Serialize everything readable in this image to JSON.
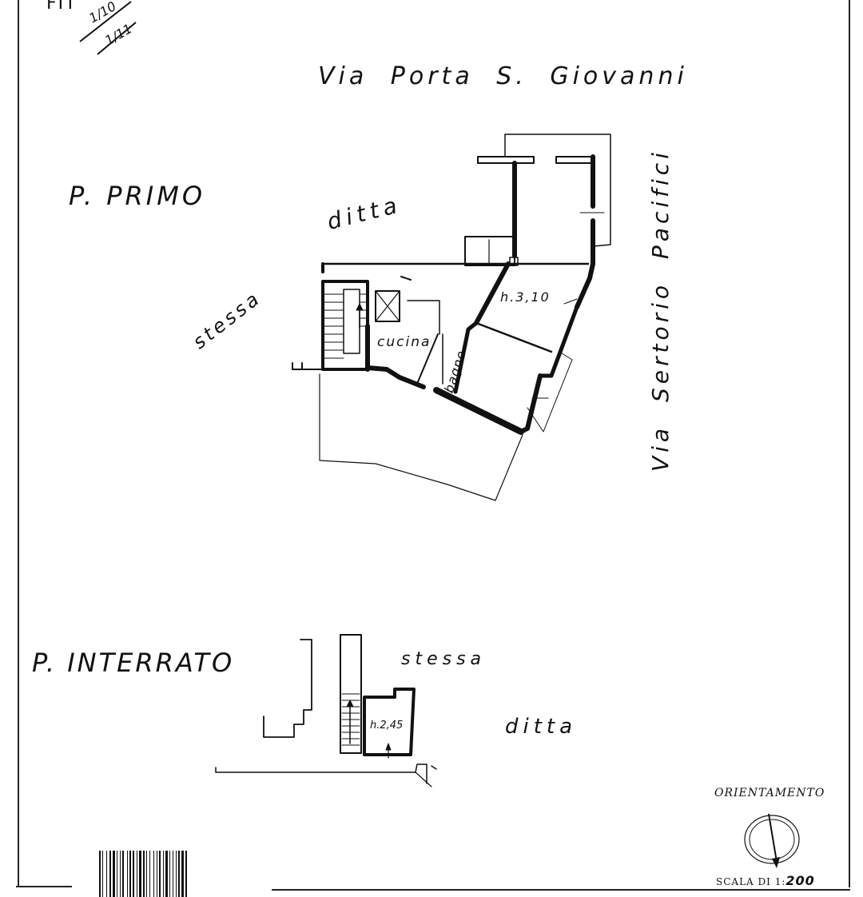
{
  "stamp": {
    "text": "FIT",
    "sub1": "1/10",
    "sub2": "1/11"
  },
  "streets": {
    "top": "Via   Porta   S. Giovanni",
    "right": "Via   Sertorio   Pacifici"
  },
  "floors": {
    "primo": "P. PRIMO",
    "interrato": "P. INTERRATO"
  },
  "neighbors": {
    "ditta_top": "ditta",
    "stessa_top": "stessa",
    "stessa_bottom": "stessa",
    "ditta_bottom": "ditta"
  },
  "rooms": {
    "cucina": "cucina",
    "bagno": "bagno",
    "height_primo": "h.3,10",
    "height_interrato": "h.2,45"
  },
  "legend": {
    "orientation": "ORIENTAMENTO",
    "scale_prefix": "SCALA DI 1:",
    "scale_value": "200"
  },
  "colors": {
    "ink": "#111111",
    "paper": "#ffffff"
  }
}
